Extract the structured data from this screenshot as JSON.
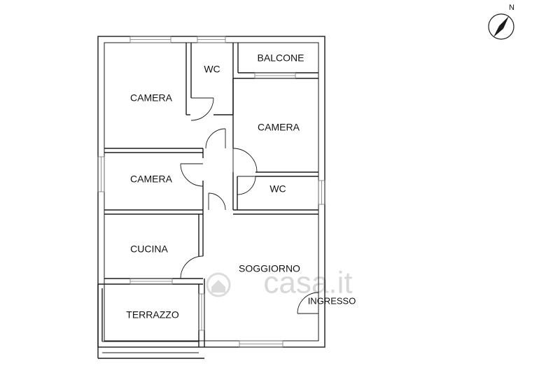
{
  "compass": {
    "label": "N"
  },
  "watermark": {
    "text": "casa.it"
  },
  "rooms": [
    {
      "id": "camera-1",
      "label": "CAMERA"
    },
    {
      "id": "wc-1",
      "label": "WC"
    },
    {
      "id": "balcone",
      "label": "BALCONE"
    },
    {
      "id": "camera-2",
      "label": "CAMERA"
    },
    {
      "id": "camera-3",
      "label": "CAMERA"
    },
    {
      "id": "wc-2",
      "label": "WC"
    },
    {
      "id": "cucina",
      "label": "CUCINA"
    },
    {
      "id": "soggiorno",
      "label": "SOGGIORNO"
    },
    {
      "id": "ingresso",
      "label": "INGRESSO"
    },
    {
      "id": "terrazzo",
      "label": "TERRAZZO"
    }
  ]
}
